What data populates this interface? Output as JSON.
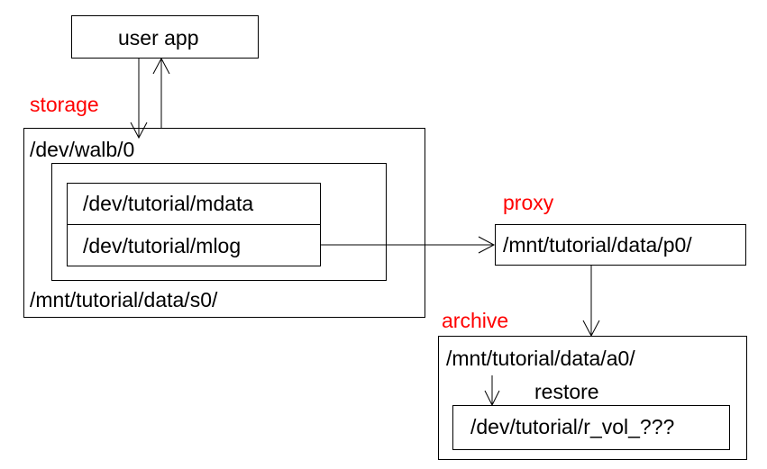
{
  "colors": {
    "role_label": "#ff0000",
    "line": "#000000",
    "background": "#ffffff"
  },
  "user_app": {
    "label": "user app"
  },
  "storage": {
    "role": "storage",
    "device": "/dev/walb/0",
    "mount": "/mnt/tutorial/data/s0/",
    "mdata": "/dev/tutorial/mdata",
    "mlog": "/dev/tutorial/mlog"
  },
  "proxy": {
    "role": "proxy",
    "dir": "/mnt/tutorial/data/p0/"
  },
  "archive": {
    "role": "archive",
    "dir": "/mnt/tutorial/data/a0/",
    "restore_label": "restore",
    "restore_volume": "/dev/tutorial/r_vol_???"
  }
}
